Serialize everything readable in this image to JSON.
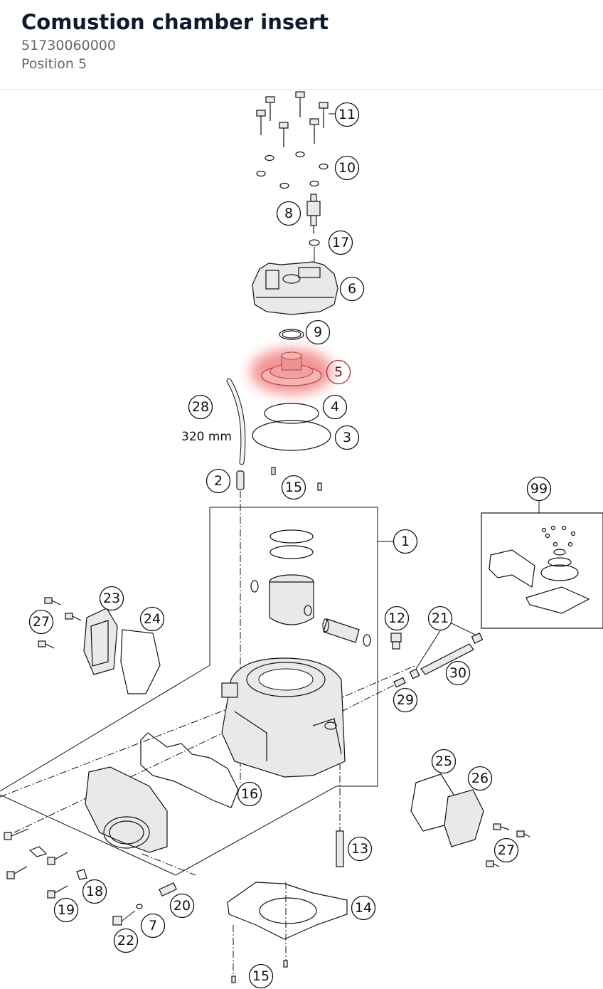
{
  "header": {
    "title": "Comustion chamber insert",
    "part_number": "51730060000",
    "position": "Position 5"
  },
  "diagram": {
    "highlight_color": "#e83a3a",
    "selected_callout": "5",
    "hose_length_label": "320 mm",
    "callouts": {
      "c1": "1",
      "c2": "2",
      "c3": "3",
      "c4": "4",
      "c5": "5",
      "c6": "6",
      "c7": "7",
      "c8": "8",
      "c9": "9",
      "c10": "10",
      "c11": "11",
      "c12": "12",
      "c13": "13",
      "c14": "14",
      "c15a": "15",
      "c15b": "15",
      "c16": "16",
      "c17": "17",
      "c18": "18",
      "c19": "19",
      "c20": "20",
      "c21": "21",
      "c22": "22",
      "c23": "23",
      "c24": "24",
      "c25": "25",
      "c26": "26",
      "c27a": "27",
      "c27b": "27",
      "c28": "28",
      "c29": "29",
      "c30": "30",
      "c99": "99"
    }
  }
}
